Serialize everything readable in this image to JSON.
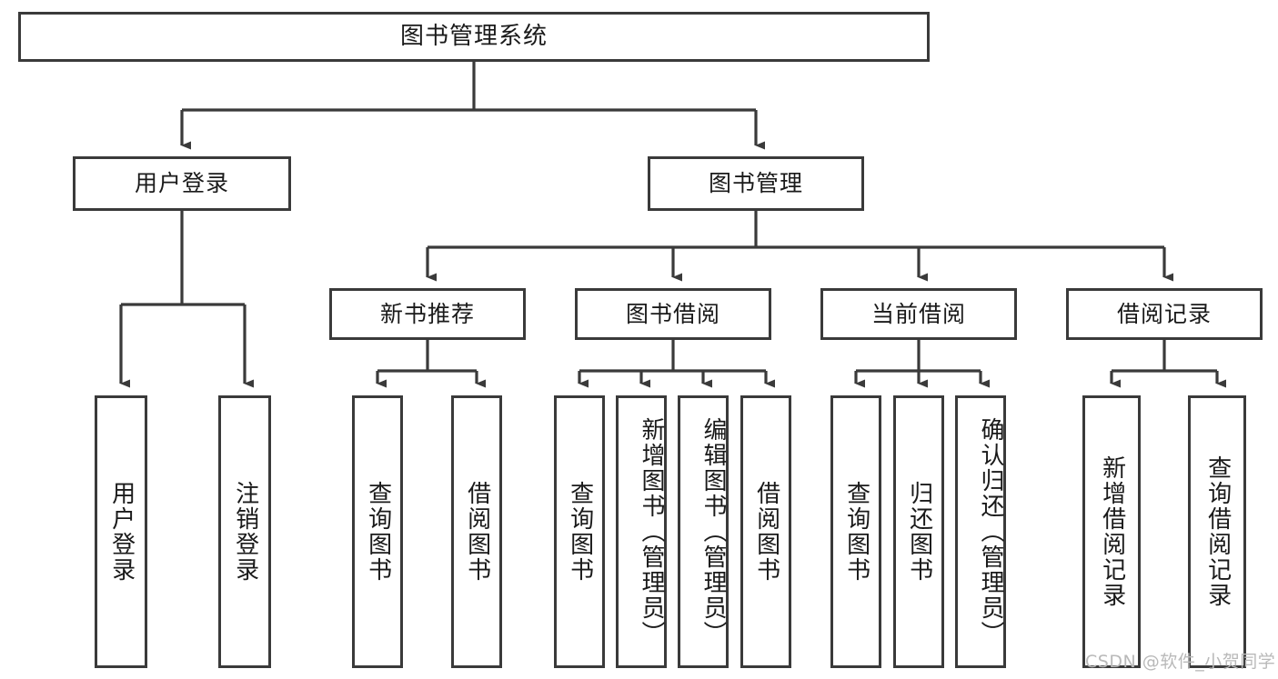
{
  "diagram": {
    "type": "hierarchy-tree",
    "title_node": {
      "id": "root",
      "label": "图书管理系统"
    },
    "level2": [
      {
        "id": "user-login",
        "label": "用户登录"
      },
      {
        "id": "book-manage",
        "label": "图书管理"
      }
    ],
    "level3": [
      {
        "id": "new-book-rec",
        "label": "新书推荐",
        "parent": "book-manage"
      },
      {
        "id": "book-borrow",
        "label": "图书借阅",
        "parent": "book-manage"
      },
      {
        "id": "current-borrow",
        "label": "当前借阅",
        "parent": "book-manage"
      },
      {
        "id": "borrow-record",
        "label": "借阅记录",
        "parent": "book-manage"
      }
    ],
    "leaves": [
      {
        "id": "leaf-user-login",
        "label": "用户登录",
        "parent": "user-login"
      },
      {
        "id": "leaf-logout",
        "label": "注销登录",
        "parent": "user-login"
      },
      {
        "id": "leaf-query-book-1",
        "label": "查询图书",
        "parent": "new-book-rec"
      },
      {
        "id": "leaf-borrow-book-1",
        "label": "借阅图书",
        "parent": "new-book-rec"
      },
      {
        "id": "leaf-query-book-2",
        "label": "查询图书",
        "parent": "book-borrow"
      },
      {
        "id": "leaf-add-book",
        "label": "新增图书（管理员）",
        "parent": "book-borrow"
      },
      {
        "id": "leaf-edit-book",
        "label": "编辑图书（管理员）",
        "parent": "book-borrow"
      },
      {
        "id": "leaf-borrow-book-2",
        "label": "借阅图书",
        "parent": "book-borrow"
      },
      {
        "id": "leaf-query-book-3",
        "label": "查询图书",
        "parent": "current-borrow"
      },
      {
        "id": "leaf-return-book",
        "label": "归还图书",
        "parent": "current-borrow"
      },
      {
        "id": "leaf-confirm-return",
        "label": "确认归还（管理员）",
        "parent": "current-borrow"
      },
      {
        "id": "leaf-add-record",
        "label": "新增借阅记录",
        "parent": "borrow-record"
      },
      {
        "id": "leaf-query-record",
        "label": "查询借阅记录",
        "parent": "borrow-record"
      }
    ],
    "watermark": "CSDN @软件_小贺同学",
    "colors": {
      "stroke": "#3a3a3a",
      "text": "#1a1a1a",
      "background": "#ffffff",
      "watermark": "#b9b9b9"
    }
  }
}
